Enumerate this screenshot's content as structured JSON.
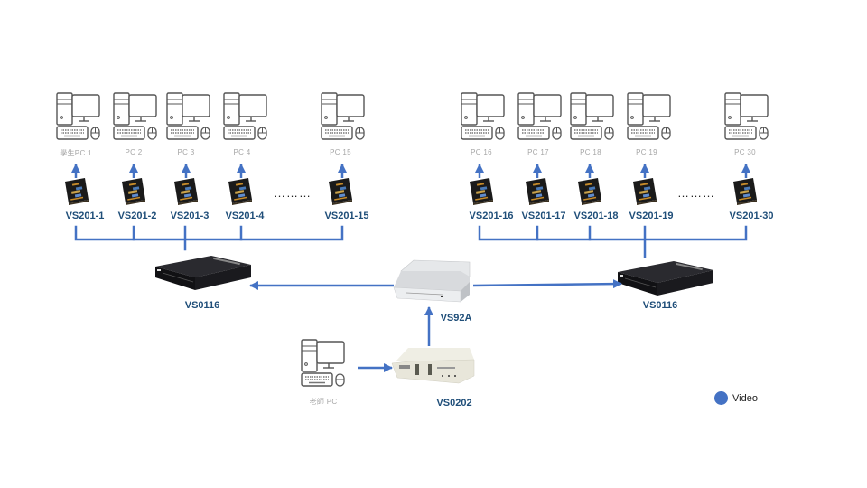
{
  "colors": {
    "line": "#4472c4",
    "pc_label": "#a6a6a6",
    "device_label": "#1f4e79"
  },
  "left_group": {
    "pcs": [
      {
        "label": "學生PC 1",
        "device": "VS201-1"
      },
      {
        "label": "PC 2",
        "device": "VS201-2"
      },
      {
        "label": "PC 3",
        "device": "VS201-3"
      },
      {
        "label": "PC 4",
        "device": "VS201-4"
      },
      {
        "label": "PC 15",
        "device": "VS201-15"
      }
    ],
    "ellipsis": "………",
    "splitter": "VS0116"
  },
  "right_group": {
    "pcs": [
      {
        "label": "PC 16",
        "device": "VS201-16"
      },
      {
        "label": "PC 17",
        "device": "VS201-17"
      },
      {
        "label": "PC 18",
        "device": "VS201-18"
      },
      {
        "label": "PC 19",
        "device": "VS201-19"
      },
      {
        "label": "PC 30",
        "device": "VS201-30"
      }
    ],
    "ellipsis": "………",
    "splitter": "VS0116"
  },
  "center": {
    "splitter": "VS92A",
    "switch": "VS0202",
    "teacher_pc": "老師 PC"
  },
  "legend": {
    "items": [
      {
        "label": "Video",
        "color": "#4472c4"
      }
    ]
  }
}
